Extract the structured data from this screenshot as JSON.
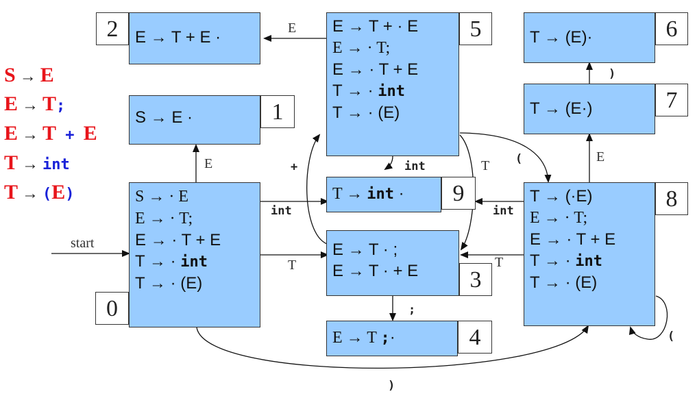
{
  "grammar": [
    {
      "lhs": "S",
      "arrow": "→",
      "rhs": [
        {
          "t": "E",
          "k": "nt"
        }
      ]
    },
    {
      "lhs": "E",
      "arrow": "→",
      "rhs": [
        {
          "t": "T",
          "k": "nt"
        },
        {
          "t": ";",
          "k": "term"
        }
      ]
    },
    {
      "lhs": "E",
      "arrow": "→",
      "rhs": [
        {
          "t": "T",
          "k": "nt"
        },
        {
          "t": " + ",
          "k": "term"
        },
        {
          "t": "E",
          "k": "nt"
        }
      ]
    },
    {
      "lhs": "T",
      "arrow": "→",
      "rhs": [
        {
          "t": "int",
          "k": "term"
        }
      ]
    },
    {
      "lhs": "T",
      "arrow": "→",
      "rhs": [
        {
          "t": "(",
          "k": "term"
        },
        {
          "t": "E",
          "k": "nt"
        },
        {
          "t": ")",
          "k": "term"
        }
      ]
    }
  ],
  "states": {
    "s0": {
      "number": "0",
      "items": [
        "S → · E",
        "E → · T;",
        "E → · T + E",
        "T → · int",
        "T → · (E)"
      ]
    },
    "s1": {
      "number": "1",
      "items": [
        "S → E ·"
      ]
    },
    "s2": {
      "number": "2",
      "items": [
        "E → T + E ·"
      ]
    },
    "s3": {
      "number": "3",
      "items": [
        "E → T · ;",
        "E → T · + E"
      ]
    },
    "s4": {
      "number": "4",
      "items": [
        "E → T ; ·"
      ]
    },
    "s5": {
      "number": "5",
      "items": [
        "E → T + · E",
        "E → · T;",
        "E → · T + E",
        "T → · int",
        "T → · (E)"
      ]
    },
    "s6": {
      "number": "6",
      "items": [
        "T → (E)·"
      ]
    },
    "s7": {
      "number": "7",
      "items": [
        "T → (E·)"
      ]
    },
    "s8": {
      "number": "8",
      "items": [
        "T → (·E)",
        "E → · T;",
        "E → · T + E",
        "T → · int",
        "T → · (E)"
      ]
    },
    "s9": {
      "number": "9",
      "items": [
        "T → int ·"
      ]
    }
  },
  "edge_labels": {
    "start": "start",
    "e0_1": "E",
    "e0_9": "int",
    "e0_3": "T",
    "e0_8": ")",
    "e3_5": "+",
    "e3_4": ";",
    "e5_2": "E",
    "e5_9": "int",
    "e5_3": "T",
    "e5_8": "(",
    "e8_7": "E",
    "e7_6": ")",
    "e8_9": "int",
    "e8_3": "T",
    "e8_8": "("
  },
  "colors": {
    "state_fill": "#99ccff",
    "nonterminal": "#e8151b",
    "terminal": "#1a22d8"
  }
}
